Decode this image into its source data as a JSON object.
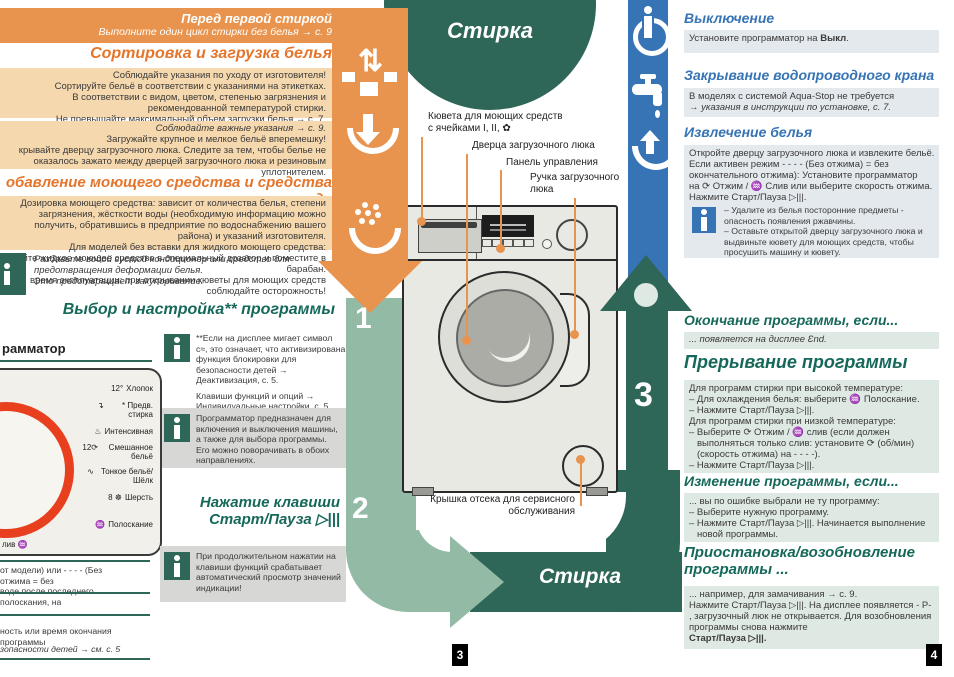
{
  "colors": {
    "dark_green": "#2E6658",
    "sage": "#92BAA4",
    "orange": "#E8944E",
    "orange_text": "#E4752B",
    "peach": "#F5D8AE",
    "blue": "#3674B5",
    "pale_green": "#DFE9E3",
    "pale_blue": "#E4E9EE",
    "gray_box": "#D7D7D5",
    "teal_text": "#15685A",
    "dial_ring_red": "#E8401F"
  },
  "left": {
    "band": {
      "title": "Перед первой стиркой",
      "subtitle": "Выполните один цикл стирки без белья → с. 9"
    },
    "sort": {
      "header": "Сортировка и загрузка белья",
      "lines": [
        "Соблюдайте указания по уходу от изготовителя!",
        "Сортируйте бельё в соответствии с указаниями на этикетках.",
        "В соответствии с видом, цветом, степенью загрязнения и рекомендованной температурой стирки.",
        "Не превышайте максимальный объем загрузки белья → с. 7."
      ]
    },
    "load": {
      "lines": [
        "Соблюдайте важные указания → с. 9.",
        "Загружайте крупное и мелкое бельё вперемешку!",
        "крывайте дверцу загрузочного люка. Следите за тем, чтобы белье не оказалось зажато между дверцей загрузочного люка и резиновым уплотнителем."
      ]
    },
    "detergent": {
      "header": "обавление моющего средства и средства по уходу",
      "lines": [
        "Дозировка моющего средства: зависит от количества белья, степени загрязнения, жёсткости воды (необходимую информацию можно получить, обратившись в предприятие по водоснабжению вашего района) и указаний изготовителя.",
        "Для моделей без вставки для жидкого моющего средства:",
        "налейте жидкое моющее средство в специальный дозатор и поместите в барабан.",
        "время эксплуатации: при открывании кюветы для моющих средств соблюдайте осторожность!"
      ]
    },
    "info_conditioner": {
      "l1": "Разбавьте водой густой кондиционер или средство для предотвращения деформации белья.",
      "l2": "Это предотвращает закупоривание."
    },
    "select": {
      "header": "Выбор и настройка** программы"
    },
    "info_childlock": {
      "p1": "**Если на дисплее мигает символ c≈, это означает, что активизирована функция блокировки для безопасности детей → Деактивизация, с. 5.",
      "p2": "Клавиши функций и опций → Индивидуальные настройки, с. 5."
    },
    "info_dial": {
      "text": "Программатор предназначен для включения и выключения машины, а также для выбора программы. Его можно поворачивать в обоих направлениях."
    },
    "dial": {
      "title": "рамматор",
      "programs": [
        {
          "icon": "12°",
          "label": "Хлопок"
        },
        {
          "icon": "↴",
          "label": "* Предв. стирка"
        },
        {
          "icon": "♨",
          "label": "Интенсивная"
        },
        {
          "icon": "12⟳",
          "label": "Смешанное бельё"
        },
        {
          "icon": "∿",
          "label": "Тонкое бельё/ Шёлк"
        },
        {
          "icon": "8 ☸",
          "label": "Шерсть"
        },
        {
          "icon": "♒",
          "label": "Полоскание"
        }
      ],
      "drain": "лив ♒"
    },
    "bottom_rows": {
      "r1": "от модели) или - - - - (Без отжима = без",
      "r2": "воде после последнего полоскания, на",
      "r3": "ность или время окончания программы",
      "r4": "зопасности детей → см. с. 5"
    },
    "press": {
      "line1": "Нажатие клавиши",
      "line2": "Старт/Пауза ▷|||"
    },
    "info_press": {
      "text": "При продолжительном нажатии на клавиши функций срабатывает автоматический просмотр значений индикации!"
    }
  },
  "middle": {
    "circle_label": "Стирка",
    "band_label": "Стирка",
    "steps": {
      "n1": "1",
      "n2": "2",
      "n3": "3"
    },
    "callouts": {
      "c1a": "Кювета для моющих средств",
      "c1b": "с ячейками I, II, ✿",
      "c2": "Дверца загрузочного люка",
      "c3": "Панель управления",
      "c4a": "Ручка загрузочного",
      "c4b": "люка",
      "service1": "Крышка отсека для сервисного",
      "service2": "обслуживания"
    },
    "page_left": "3"
  },
  "right": {
    "off": {
      "header": "Выключение",
      "body_pre": "Установите программатор на ",
      "body_bold": "Выкл",
      "body_post": "."
    },
    "tap": {
      "header": "Закрывание водопроводного крана",
      "line1": "В моделях с системой Aqua-Stop не требуется",
      "line2": "→ указания в инструкции по установке, с. 7."
    },
    "remove": {
      "header": "Извлечение белья",
      "lines": [
        "Откройте дверцу загрузочного люка и извлеките бельё.",
        "Если активен режим - - - - (Без отжима) = без",
        "окончательного отжима): Установите программатор",
        "на ⟳ Отжим / ♒ Слив или выберите скорость отжима.",
        "Нажмите Старт/Пауза ▷|||."
      ],
      "info": [
        "– Удалите из белья посторонние предметы - опасность появления ржавчины.",
        "– Оставьте открытой дверцу загрузочного люка и выдвиньте кювету для моющих средств, чтобы просушить машину и кювету."
      ]
    },
    "end": {
      "header": "Окончание программы, если...",
      "body": "... появляется на дисплее Ɛnd."
    },
    "interrupt": {
      "header": "Прерывание программы",
      "lines": [
        "Для программ стирки при высокой температуре:",
        "– Для охлаждения белья: выберите ♒ Полоскание.",
        "– Нажмите Старт/Пауза ▷|||.",
        "Для программ стирки при низкой температуре:",
        "– Выберите ⟳ Отжим / ♒ слив (если должен",
        "выполняться только слив: установите ⟳ (об/мин)",
        "(скорость отжима) на - - - -).",
        "– Нажмите Старт/Пауза ▷|||."
      ]
    },
    "change": {
      "header": "Изменение программы, если...",
      "lines": [
        "... вы по ошибке выбрали не ту программу:",
        "– Выберите нужную программу.",
        "– Нажмите Старт/Пауза ▷|||. Начинается выполнение",
        "новой программы."
      ]
    },
    "pause": {
      "header1": "Приостановка/возобновление",
      "header2": "программы ...",
      "lines": [
        "... например, для замачивания → с. 9.",
        "Нажмите Старт/Пауза ▷|||. На дисплее появляется - P-",
        ", загрузочный люк не открывается. Для возобновления",
        "программы снова нажмите",
        "Старт/Пауза ▷|||."
      ]
    },
    "page_right": "4"
  }
}
